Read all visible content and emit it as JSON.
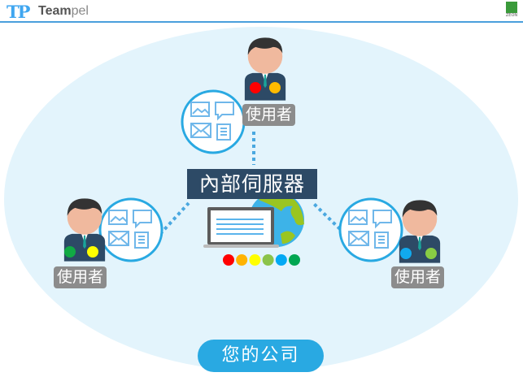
{
  "header": {
    "logo_mark": "TP",
    "brand_bold": "Team",
    "brand_light": "pel",
    "partner_logo": "ZEON"
  },
  "diagram": {
    "server_title": "內部伺服器",
    "company_label": "您的公司",
    "users": [
      {
        "label": "使用者",
        "dot_colors": [
          "#ff0000",
          "#ffbb00"
        ]
      },
      {
        "label": "使用者",
        "dot_colors": [
          "#11aa44",
          "#ffff00"
        ]
      },
      {
        "label": "使用者",
        "dot_colors": [
          "#11aaee",
          "#88cc44"
        ]
      }
    ],
    "server_dots": [
      "#ff0000",
      "#ffb300",
      "#ffff00",
      "#8bc34a",
      "#03a9f4",
      "#00a651"
    ],
    "colors": {
      "ellipse": "#e3f4fc",
      "accent": "#29a9e2",
      "title_bg": "#2d4a66",
      "label_bg": "#8c8c8c"
    }
  }
}
